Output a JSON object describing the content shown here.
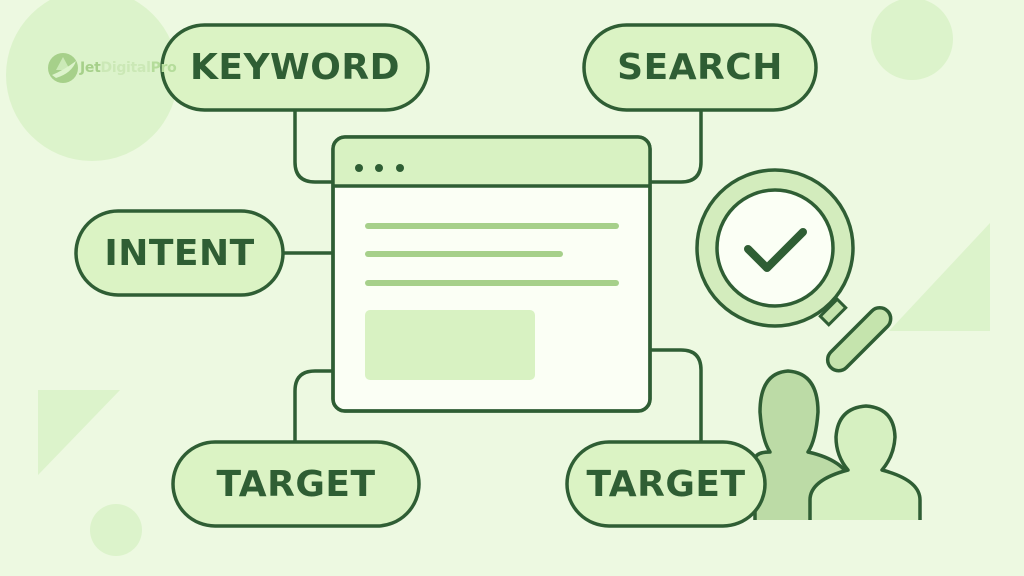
{
  "logo": {
    "icon": "paper-plane-leaf-icon",
    "part1": "Jet",
    "part2": "Digital",
    "part3": "Pro"
  },
  "nodes": {
    "keyword": "KEYWORD",
    "search": "SEARCH",
    "intent": "INTENT",
    "target_left": "TARGET",
    "target_right": "TARGET"
  },
  "browser_window": {
    "dots": 3,
    "icon": "browser-window-icon"
  },
  "magnifier": {
    "icon": "magnifier-check-icon"
  },
  "audience": {
    "icon": "people-icon"
  },
  "colors": {
    "background": "#edf9e1",
    "outline": "#2f5e34",
    "pill_fill": "#dbf3c4",
    "window_body": "#fbfff5",
    "content_line": "#a6d08a",
    "content_block": "#d8f2c2",
    "decor_circle": "#dcf3cb",
    "person_back": "#bcdba6",
    "person_front": "#d6f0c1"
  }
}
